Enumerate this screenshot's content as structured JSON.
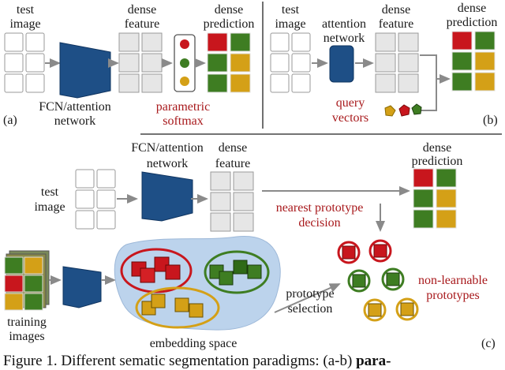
{
  "labels": {
    "a_test_image": [
      "test",
      "image"
    ],
    "a_dense_feature": [
      "dense",
      "feature"
    ],
    "a_dense_prediction": [
      "dense",
      "prediction"
    ],
    "a_fcn_network": [
      "FCN/attention",
      "network"
    ],
    "a_parametric_softmax": [
      "parametric",
      "softmax"
    ],
    "a_tag": "(a)",
    "b_test_image": [
      "test",
      "image"
    ],
    "b_attention_network": [
      "attention",
      "network"
    ],
    "b_dense_feature": [
      "dense",
      "feature"
    ],
    "b_dense_prediction": [
      "dense",
      "prediction"
    ],
    "b_query_vectors": [
      "query",
      "vectors"
    ],
    "b_tag": "(b)",
    "c_test_image": [
      "test",
      "image"
    ],
    "c_fcn_network": [
      "FCN/attention",
      "network"
    ],
    "c_dense_feature": [
      "dense",
      "feature"
    ],
    "c_dense_prediction": [
      "dense",
      "prediction"
    ],
    "c_nearest_prototype": [
      "nearest prototype",
      "decision"
    ],
    "c_training_images": [
      "training",
      "images"
    ],
    "c_embedding_space": "embedding space",
    "c_prototype_selection": [
      "prototype",
      "selection"
    ],
    "c_non_learnable": [
      "non-learnable",
      "prototypes"
    ],
    "c_tag": "(c)"
  },
  "caption": {
    "text": "Figure 1. Different sematic segmentation paradigms: (a-b) ",
    "bold": "para-"
  },
  "colors": {
    "red": "#c8161d",
    "green": "#3e7d22",
    "yellow": "#d4a017",
    "blue_network": "#1e4f86",
    "accent_text": "#a8191c",
    "embedding_bg": "#bcd3ec"
  }
}
